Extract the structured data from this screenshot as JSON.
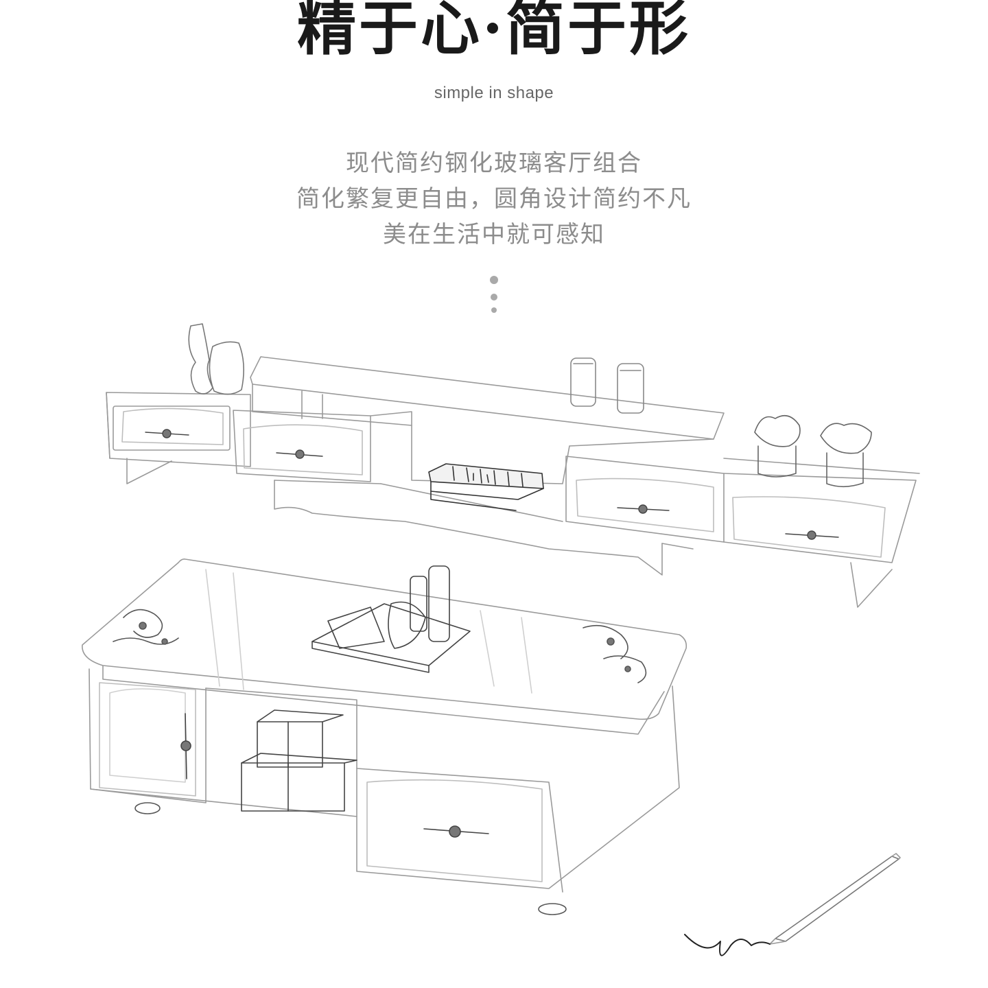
{
  "heading": {
    "title": "精于心·简于形",
    "subtitle": "simple in shape"
  },
  "description": {
    "lines": [
      "现代简约钢化玻璃客厅组合",
      "简化繁复更自由，圆角设计简约不凡",
      "美在生活中就可感知"
    ]
  },
  "illustration": {
    "style": "pencil-sketch",
    "items": [
      "tv-cabinet",
      "coffee-table",
      "pencil"
    ]
  },
  "colors": {
    "title": "#1a1a1a",
    "subtitle": "#666666",
    "description": "#8c8c8c",
    "dots": "#a9a9a9",
    "sketch-line": "#9a9a9a"
  }
}
